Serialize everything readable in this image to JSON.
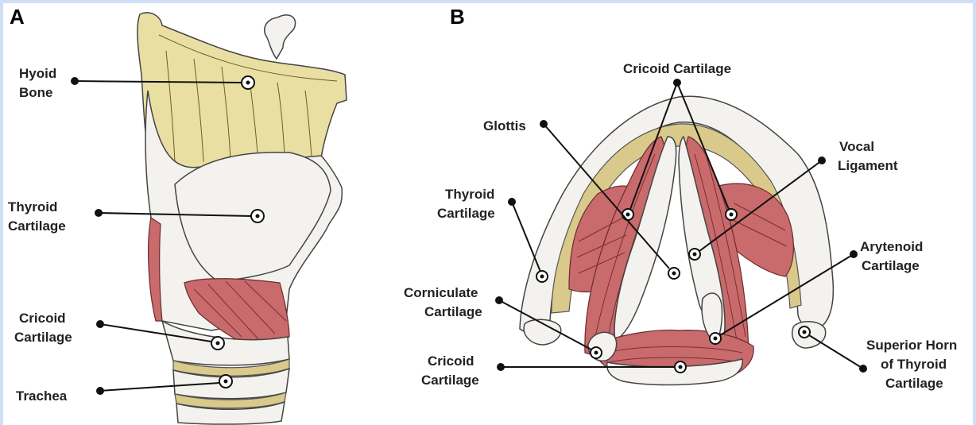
{
  "panel_a": {
    "letter": "A",
    "labels": {
      "hyoid_line1": "Hyoid",
      "hyoid_line2": "Bone",
      "thyroid_line1": "Thyroid",
      "thyroid_line2": "Cartilage",
      "cricoid_line1": "Cricoid",
      "cricoid_line2": "Cartilage",
      "trachea": "Trachea"
    }
  },
  "panel_b": {
    "letter": "B",
    "labels": {
      "cricoid_top": "Cricoid Cartilage",
      "glottis": "Glottis",
      "vocal_line1": "Vocal",
      "vocal_line2": "Ligament",
      "thyroid_line1": "Thyroid",
      "thyroid_line2": "Cartilage",
      "arytenoid_line1": "Arytenoid",
      "arytenoid_line2": "Cartilage",
      "corniculate_line1": "Corniculate",
      "corniculate_line2": "Cartilage",
      "cricoid_bottom_line1": "Cricoid",
      "cricoid_bottom_line2": "Cartilage",
      "superior_line1": "Superior Horn",
      "superior_line2": "of Thyroid",
      "superior_line3": "Cartilage"
    }
  },
  "colors": {
    "background_border": "#cfe0f5",
    "bone": "#eadfa3",
    "cartilage": "#f3f2ee",
    "muscle": "#c96a6c"
  }
}
